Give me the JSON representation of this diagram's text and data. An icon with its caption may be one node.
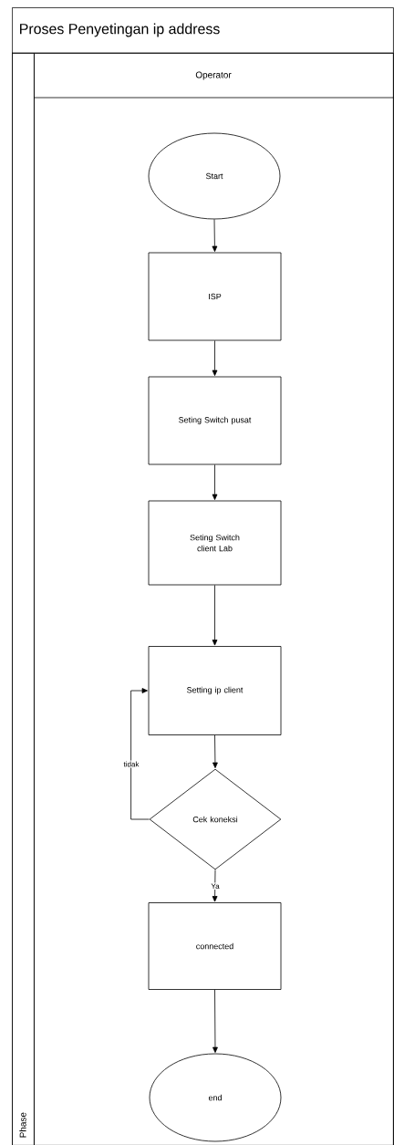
{
  "diagram": {
    "nodes": [
      {
        "text": [
          "Proses Penyetingan ip address"
        ]
      },
      {
        "text": [
          "Operator"
        ],
        "in": 0
      },
      {
        "text": [
          "Phase"
        ],
        "in": 0
      },
      {
        "text": [
          "Start"
        ],
        "in": 1
      },
      {
        "text": [
          "ISP"
        ],
        "in": 1
      },
      {
        "text": [
          "Seting Switch pusat"
        ],
        "in": 1
      },
      {
        "text": [
          "Seting Switch client Lab"
        ],
        "in": 1
      },
      {
        "text": [
          "Setting ip client"
        ],
        "in": 1
      },
      {
        "text": [
          "Cek koneksi"
        ],
        "in": 1
      },
      {
        "text": [
          "connected"
        ],
        "in": 1
      },
      {
        "text": [
          "end"
        ],
        "in": 1
      }
    ],
    "edges": [
      {
        "from": 3,
        "to": 4,
        "arrow": "to"
      },
      {
        "from": 4,
        "to": 5,
        "arrow": "to"
      },
      {
        "from": 5,
        "to": 6,
        "arrow": "to"
      },
      {
        "from": 6,
        "to": 7,
        "arrow": "to"
      },
      {
        "from": 7,
        "to": 8,
        "arrow": "to"
      },
      {
        "from": 8,
        "to": 7,
        "arrow": "to",
        "label": "tidak"
      },
      {
        "from": 8,
        "to": 9,
        "arrow": "to",
        "label": "Ya"
      },
      {
        "from": 9,
        "to": 10,
        "arrow": "to"
      }
    ]
  }
}
